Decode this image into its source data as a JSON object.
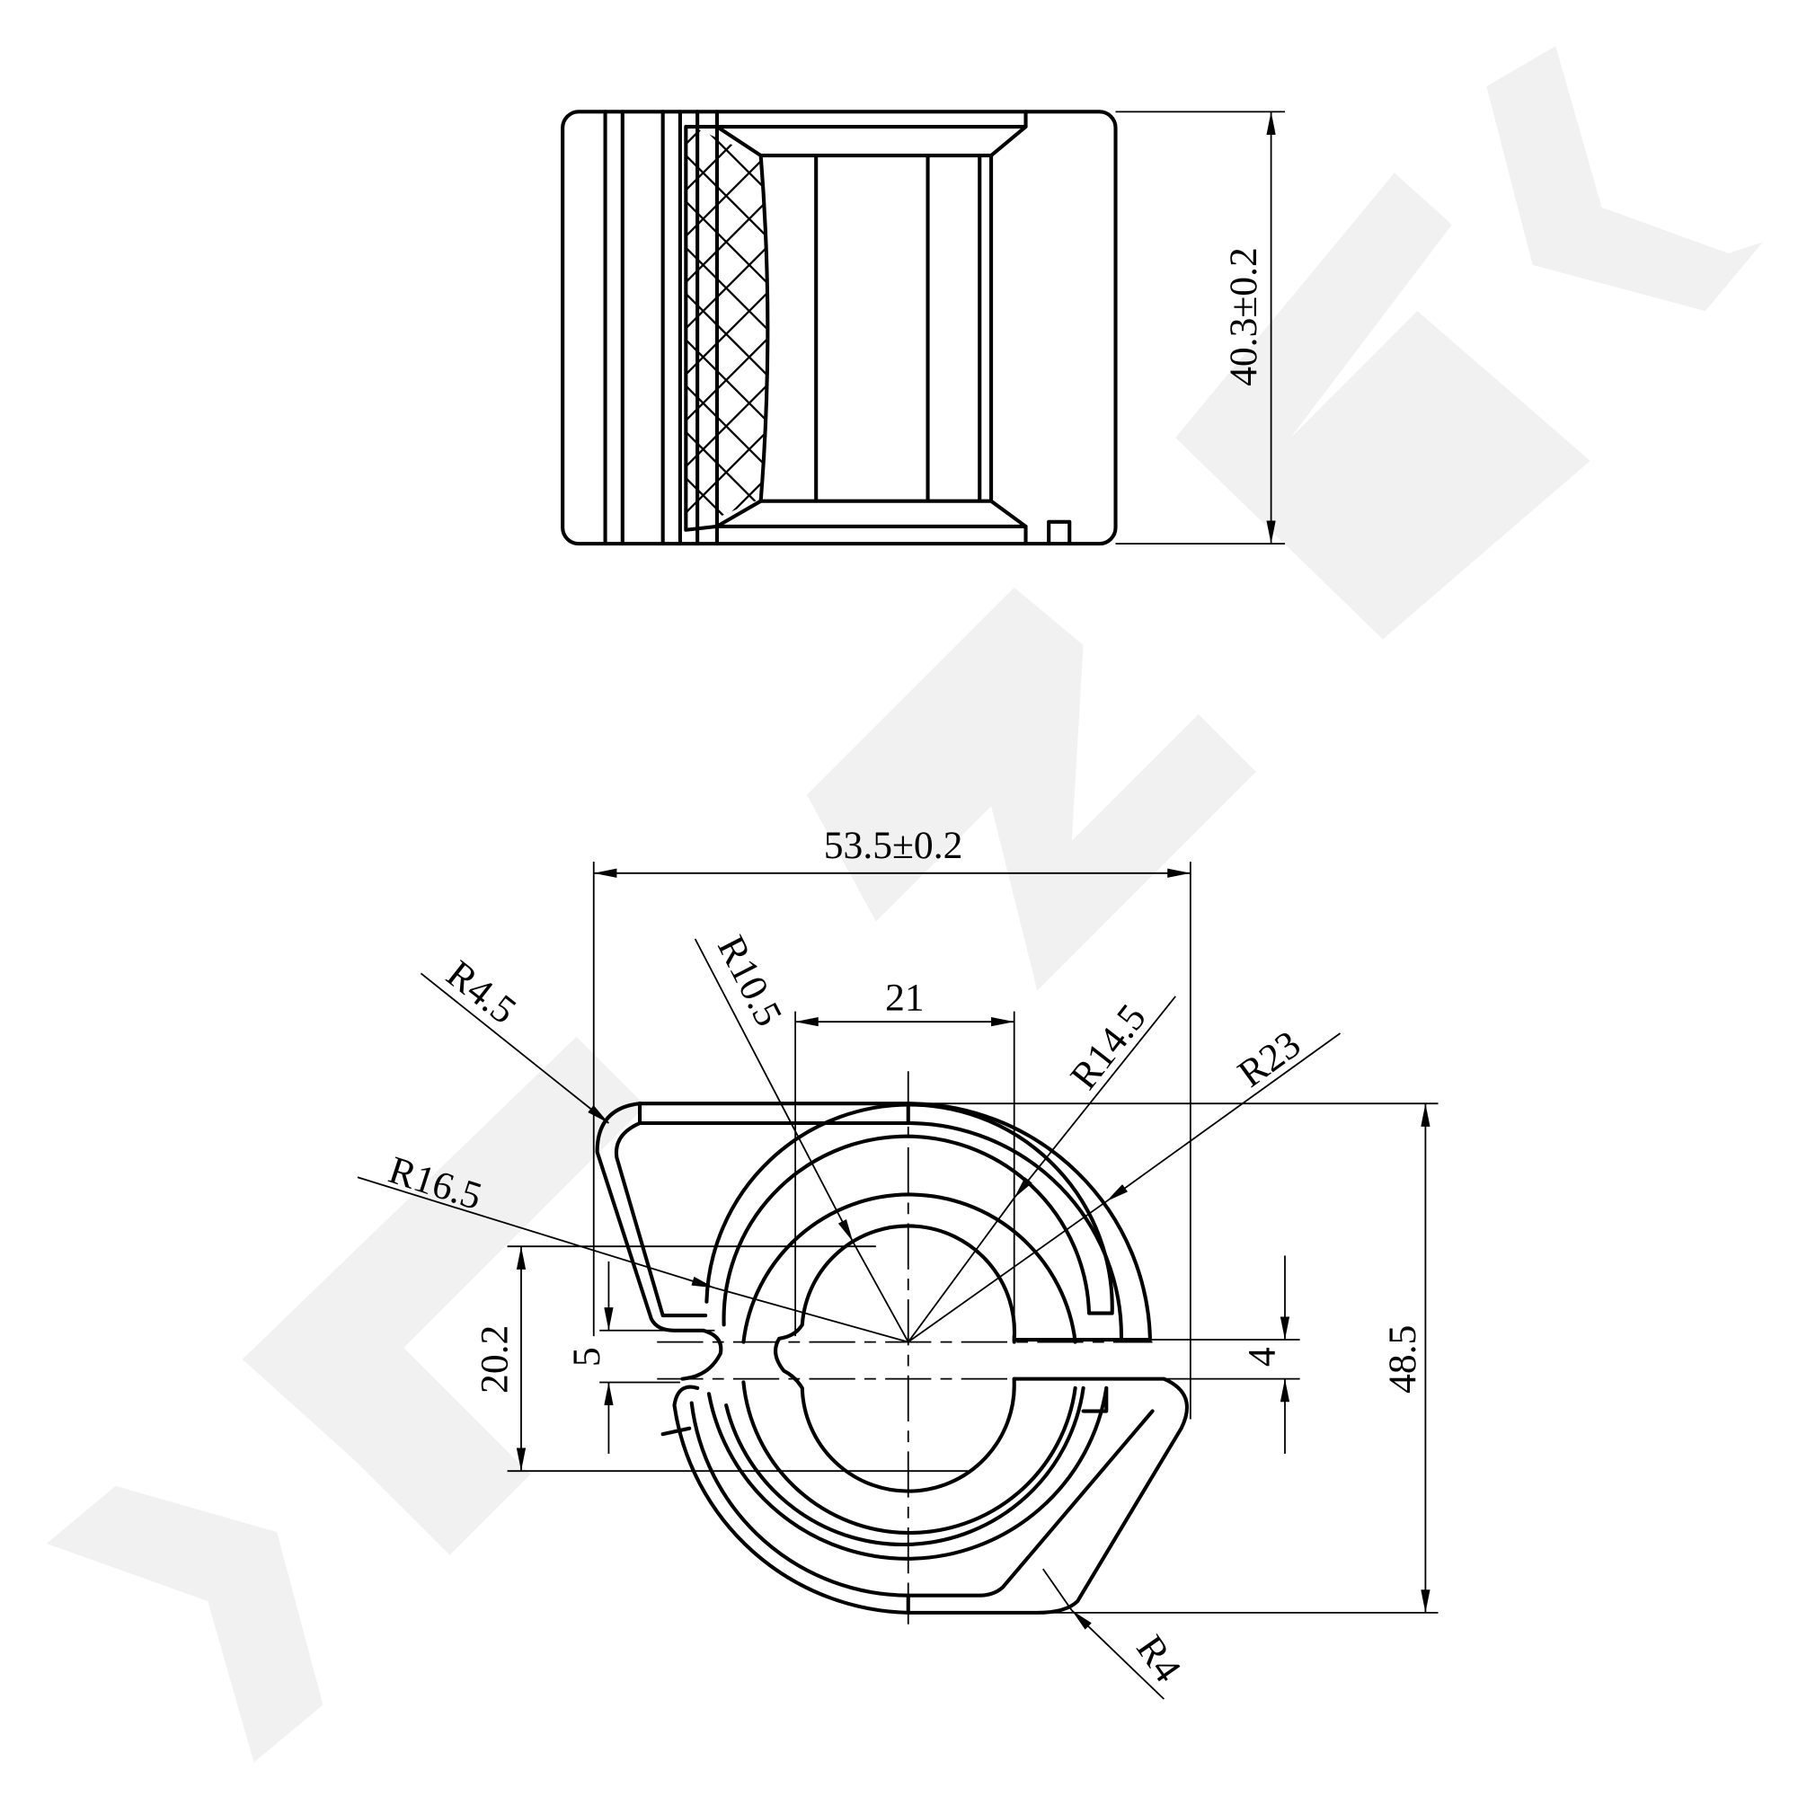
{
  "drawing": {
    "top_view": {
      "height_dim": "40.3±0.2"
    },
    "front_view": {
      "width_dim": "53.5±0.2",
      "bore_gap_dim": "21",
      "radius_bore": "R10.5",
      "radius_mid": "R14.5",
      "radius_outer": "R23",
      "radius_corner_top": "R4.5",
      "radius_inner_left": "R16.5",
      "radius_corner_bottom": "R4",
      "height_left_dim": "20.2",
      "slot_left_dim": "5",
      "slot_right_dim": "4",
      "height_dim": "48.5"
    },
    "colors": {
      "line": "#000000",
      "watermark": "#f1f1f1"
    }
  }
}
